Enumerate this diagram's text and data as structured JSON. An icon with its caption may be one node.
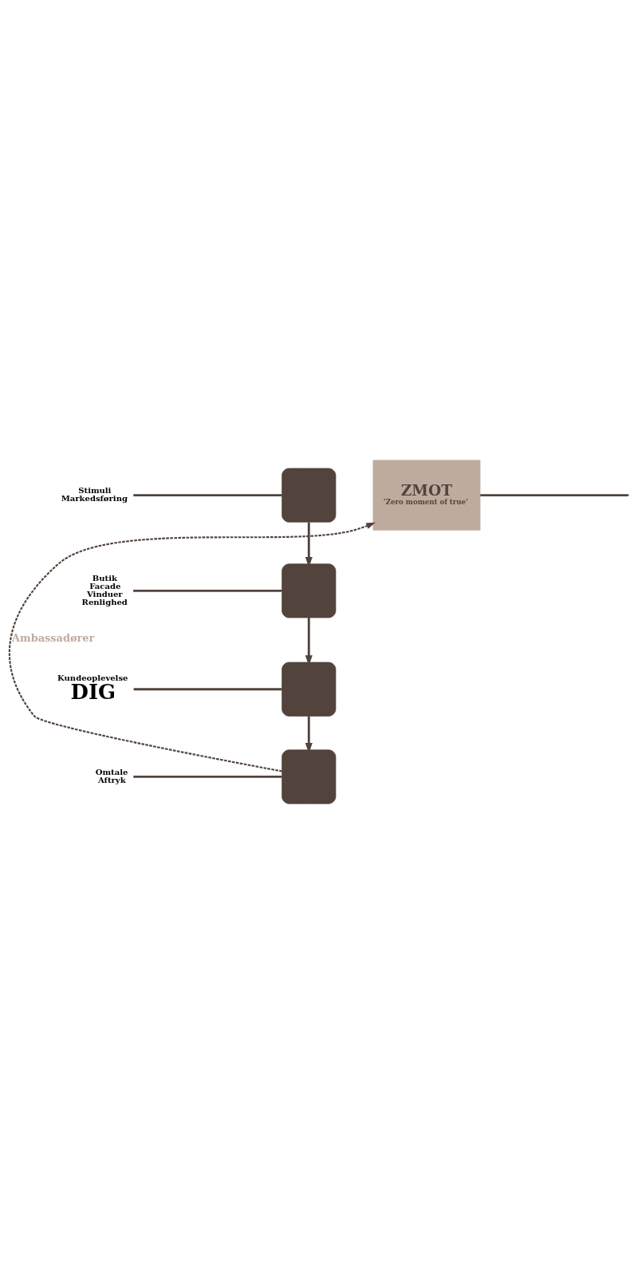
{
  "diagram": {
    "nodes": [
      {
        "text": [
          "Stimuli",
          "Markedsføring"
        ]
      },
      {
        "text": [],
        "shape": "box"
      },
      {
        "text": [
          "ZMOT",
          "’Zero moment of true’"
        ]
      },
      {
        "text": [
          "Butik",
          "Facade",
          "Vinduer",
          "Renlighed"
        ]
      },
      {
        "text": [],
        "shape": "box"
      },
      {
        "text": [
          "Kundeoplevelse",
          "DIG"
        ]
      },
      {
        "text": [],
        "shape": "box"
      },
      {
        "text": [
          "Omtale",
          "Aftryk"
        ]
      },
      {
        "text": [],
        "shape": "box"
      }
    ],
    "edges": [
      {
        "from": 0,
        "to": 1,
        "arrow": "none"
      },
      {
        "from": 2,
        "to": null,
        "arrow": "none"
      },
      {
        "from": 1,
        "to": 4,
        "arrow": "to"
      },
      {
        "from": 3,
        "to": 4,
        "arrow": "none"
      },
      {
        "from": 4,
        "to": 6,
        "arrow": "to"
      },
      {
        "from": 5,
        "to": 6,
        "arrow": "none"
      },
      {
        "from": 6,
        "to": 8,
        "arrow": "to"
      },
      {
        "from": 7,
        "to": 8,
        "arrow": "none"
      },
      {
        "from": 8,
        "to": 2,
        "arrow": "to",
        "style": "dashed",
        "label": "Ambassadører"
      }
    ]
  }
}
